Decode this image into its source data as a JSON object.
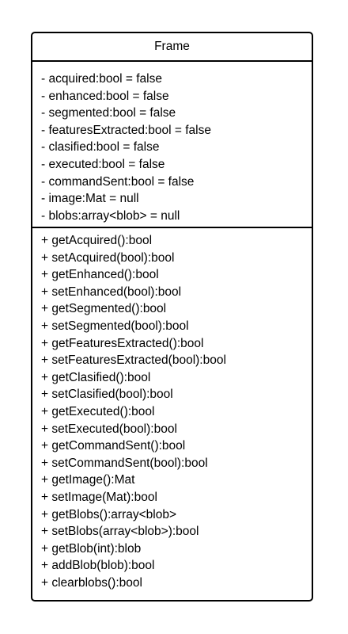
{
  "class": {
    "name": "Frame",
    "attributes": [
      "- acquired:bool = false",
      "- enhanced:bool = false",
      "- segmented:bool = false",
      "- featuresExtracted:bool = false",
      "- clasified:bool = false",
      "- executed:bool = false",
      "- commandSent:bool = false",
      "- image:Mat = null",
      "- blobs:array<blob> = null"
    ],
    "operations": [
      "+ getAcquired():bool",
      "+ setAcquired(bool):bool",
      "+ getEnhanced():bool",
      "+ setEnhanced(bool):bool",
      "+ getSegmented():bool",
      "+ setSegmented(bool):bool",
      "+ getFeaturesExtracted():bool",
      "+ setFeaturesExtracted(bool):bool",
      "+ getClasified():bool",
      "+ setClasified(bool):bool",
      "+ getExecuted():bool",
      "+ setExecuted(bool):bool",
      "+ getCommandSent():bool",
      "+ setCommandSent(bool):bool",
      "+ getImage():Mat",
      "+ setImage(Mat):bool",
      "+ getBlobs():array<blob>",
      "+ setBlobs(array<blob>):bool",
      "+ getBlob(int):blob",
      "+ addBlob(blob):bool",
      "+ clearblobs():bool"
    ]
  }
}
